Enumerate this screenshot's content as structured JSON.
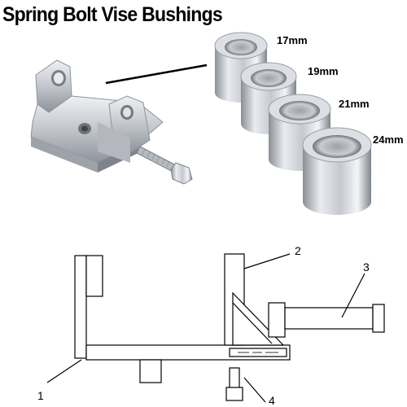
{
  "title": "Spring Bolt Vise Bushings",
  "bushing_sizes": [
    "17mm",
    "19mm",
    "21mm",
    "24mm"
  ],
  "diagram_callouts": [
    "1",
    "2",
    "3",
    "4"
  ],
  "colors": {
    "text": "#000000",
    "metal_light": "#e6e8ec",
    "metal_mid": "#b9bdc4",
    "metal_dark": "#7d828a",
    "line": "#000000"
  }
}
